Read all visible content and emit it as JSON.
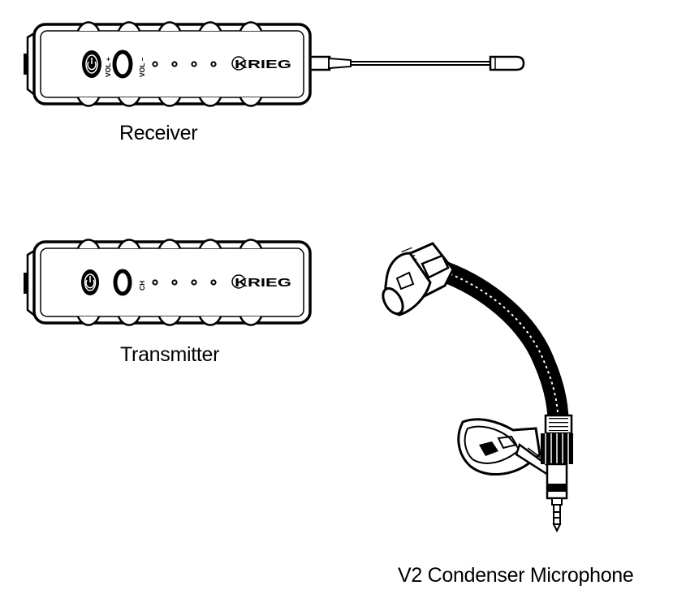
{
  "receiver": {
    "caption": "Receiver",
    "brand": "KRIEG",
    "vol_plus": "VOL +",
    "vol_minus": "VOL –"
  },
  "transmitter": {
    "caption": "Transmitter",
    "brand": "KRIEG",
    "ch_label": "CH"
  },
  "microphone": {
    "caption": "V2 Condenser Microphone"
  }
}
